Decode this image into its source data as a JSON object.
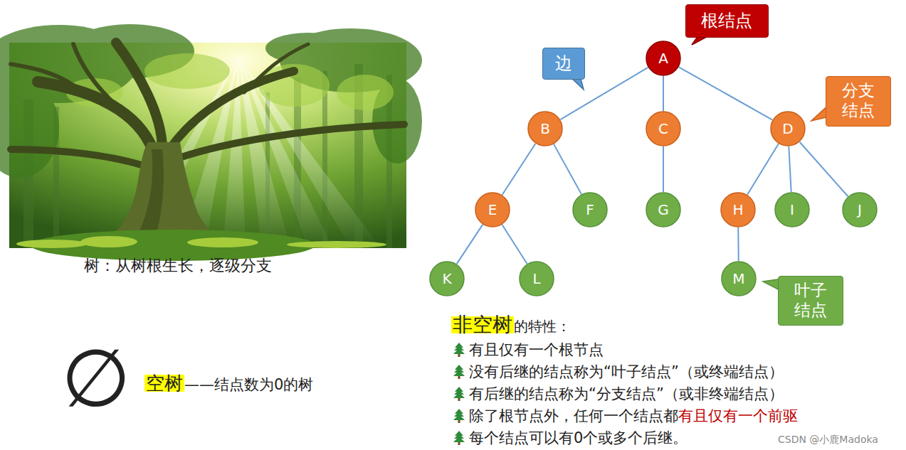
{
  "diagram": {
    "nodes": [
      {
        "text": [
          "根结点"
        ]
      },
      {
        "text": [
          "A"
        ]
      },
      {
        "text": [
          "边"
        ]
      },
      {
        "text": [
          "分支 结点"
        ]
      },
      {
        "text": [
          "B"
        ]
      },
      {
        "text": [
          "C"
        ]
      },
      {
        "text": [
          "D"
        ]
      },
      {
        "text": [
          "E"
        ]
      },
      {
        "text": [
          "F"
        ]
      },
      {
        "text": [
          "G"
        ]
      },
      {
        "text": [
          "H"
        ]
      },
      {
        "text": [
          "I"
        ]
      },
      {
        "text": [
          "J"
        ]
      },
      {
        "text": [
          "K"
        ]
      },
      {
        "text": [
          "L"
        ]
      },
      {
        "text": [
          "M"
        ]
      },
      {
        "text": [
          "叶子 结点"
        ]
      }
    ],
    "edges": [
      {
        "from": 1,
        "to": 4,
        "arrow": "none"
      },
      {
        "from": 1,
        "to": 5,
        "arrow": "none"
      },
      {
        "from": 1,
        "to": 6,
        "arrow": "none"
      },
      {
        "from": 4,
        "to": 7,
        "arrow": "none"
      },
      {
        "from": 4,
        "to": 8,
        "arrow": "none"
      },
      {
        "from": 5,
        "to": 9,
        "arrow": "none"
      },
      {
        "from": 6,
        "to": 10,
        "arrow": "none"
      },
      {
        "from": 6,
        "to": 11,
        "arrow": "none"
      },
      {
        "from": 6,
        "to": 12,
        "arrow": "none"
      },
      {
        "from": 7,
        "to": 13,
        "arrow": "none"
      },
      {
        "from": 7,
        "to": 14,
        "arrow": "none"
      },
      {
        "from": 10,
        "to": 15,
        "arrow": "none"
      }
    ],
    "labels": [
      "树：从树根生长，逐级分支",
      "∅",
      "空树",
      "——结点数为0的树",
      "非空树",
      "的特性：",
      "有且仅有一个根节点",
      "没有后继的结点称为“叶子结点”（或终端结点）",
      "有后继的结点称为“分支结点”（或非终端结点）",
      "除了根节点外，任何一个结点都",
      "有且仅有一个前驱",
      "每个结点可以有0个或多个后继。",
      "CSDN @小鹿Madoka"
    ]
  }
}
